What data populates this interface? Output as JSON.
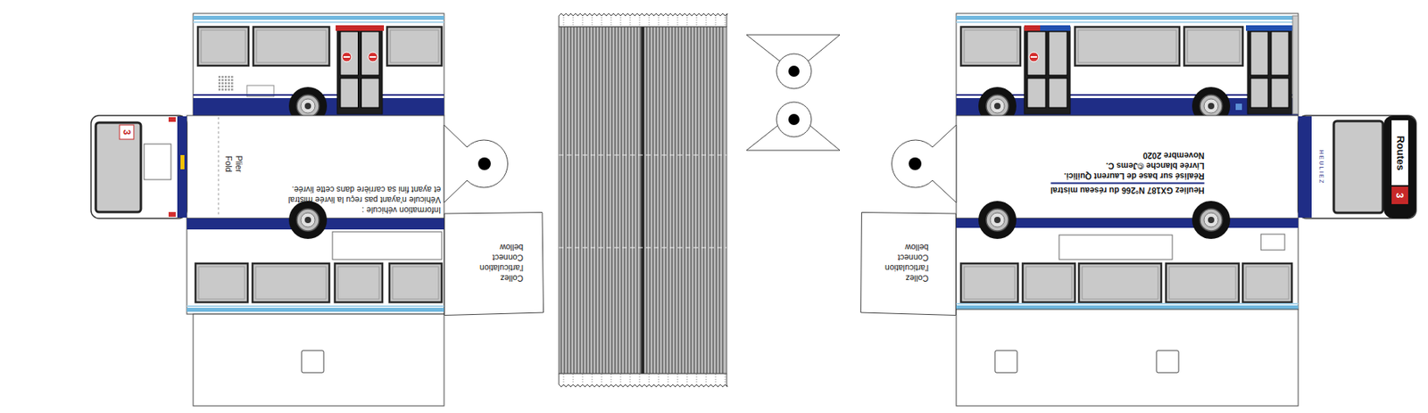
{
  "diagram": {
    "nodes": [
      {
        "text": [
          "Information véhicule :",
          "Véhicule n'ayant pas reçu la livrée mistral et ayant fini sa carrière dans cette livrée."
        ]
      },
      {
        "text": [
          "Collez l'articulation",
          "Connect bellow"
        ]
      },
      {
        "text": [
          "Heuliez GX187 N°266 du réseau mistral",
          "Réalisé sur base de Laurent Quilici.",
          "Livrée blanche ©Jems C.",
          "Novembre 2020"
        ]
      },
      {
        "text": [
          "Collez l'articulation",
          "Connect bellow"
        ]
      }
    ],
    "labels": [
      "Plier",
      "Fold",
      "3",
      "HEULIEZ",
      "Routes",
      "3"
    ]
  }
}
